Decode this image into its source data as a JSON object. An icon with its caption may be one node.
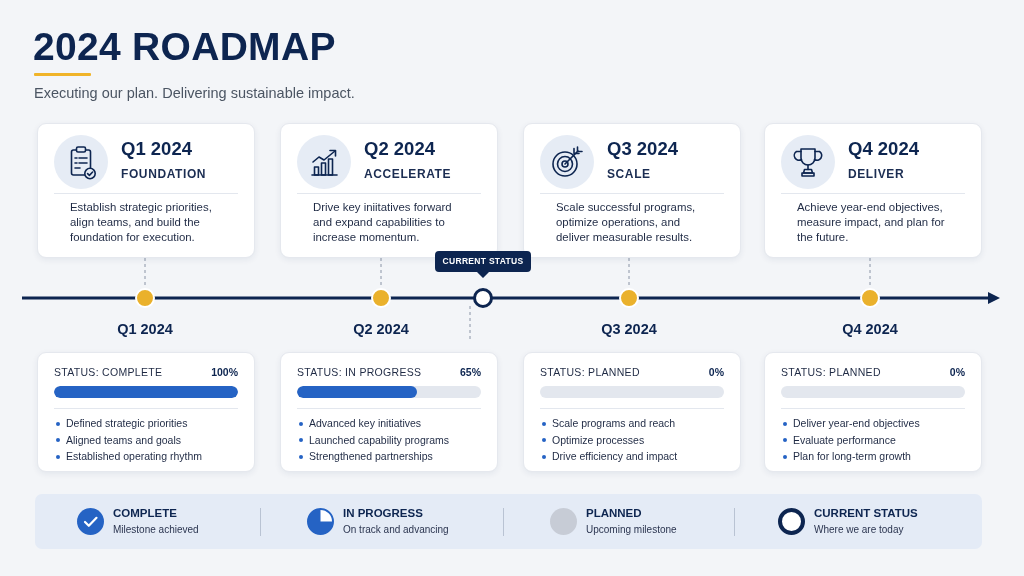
{
  "diagram": {
    "title": "2024 ROADMAP",
    "nodes": [
      {
        "text": [
          "Q1 2024",
          "FOUNDATION",
          "Establish strategic priorities, align teams, and build the foundation for execution."
        ]
      },
      {
        "text": [
          "Q2 2024",
          "ACCELERATE",
          "Drive key iniitatives forward and expand capabilities to increase momentum."
        ]
      },
      {
        "text": [
          "Q3 2024",
          "SCALE",
          "Scale successful programs, optimize operations, and deliver measurable results."
        ]
      },
      {
        "text": [
          "Q4 2024",
          "DELIVER",
          "Achieve year-end objectives, measure impact, and plan for the future."
        ]
      },
      {
        "text": [],
        "shape": "circle",
        "beside": [
          "Q1 2024"
        ]
      },
      {
        "text": [],
        "shape": "circle",
        "beside": [
          "Q2 2024"
        ]
      },
      {
        "text": [
          "CURRENT STATUS"
        ]
      },
      {
        "text": [],
        "shape": "circle"
      },
      {
        "text": [],
        "shape": "circle",
        "beside": [
          "Q3 2024"
        ]
      },
      {
        "text": [],
        "shape": "circle",
        "beside": [
          "Q4 2024"
        ]
      },
      {
        "text": [
          "STATUS: COMPLETE",
          "100%",
          "Defined strategic priorities",
          "Aligned teams and goals",
          "Established operating rhythm"
        ]
      },
      {
        "text": [
          "STATUS: IN PROGRESS",
          "65%",
          "Advanced key initiatives",
          "Launched capability programs",
          "Strengthened partnerships"
        ]
      },
      {
        "text": [
          "STATUS: PLANNED",
          "0%",
          "Scale programs and reach",
          "Optimize processes",
          "Drive efficiency and impact"
        ]
      },
      {
        "text": [
          "STATUS: PLANNED",
          "0%",
          "Deliver year-end objectives",
          "Evaluate performance",
          "Plan for long-term growth"
        ]
      }
    ],
    "edges": [
      {
        "from": 0,
        "to": 4,
        "arrow": "none",
        "style": "dashed"
      },
      {
        "from": 1,
        "to": 5,
        "arrow": "none",
        "style": "dashed"
      },
      {
        "from": 2,
        "to": 8,
        "arrow": "none",
        "style": "dashed"
      },
      {
        "from": 3,
        "to": 9,
        "arrow": "none",
        "style": "dashed"
      }
    ],
    "labels": [
      "Executing our plan. Delivering sustainable impact.",
      "Milestone achieved",
      "On track and advancing",
      "Upcoming milestone",
      "Where we are today"
    ],
    "legend": [
      {
        "text": "COMPLETE"
      },
      {
        "text": "IN PROGRESS"
      },
      {
        "text": "PLANNED",
        "color": "#c7ccd6"
      },
      {
        "text": "CURRENT STATUS"
      }
    ]
  }
}
